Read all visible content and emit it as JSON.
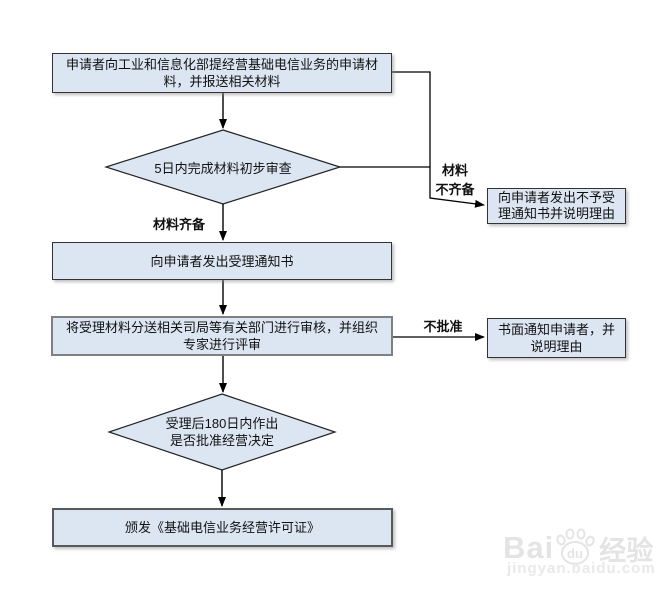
{
  "flowchart": {
    "nodes": {
      "submit": {
        "lines": [
          "申请者向工业和信息化部提经营基础电信业务的申请材",
          "料，并报送相关材料"
        ]
      },
      "initial_review": {
        "lines": [
          "5日内完成材料初步审查"
        ]
      },
      "reject_notice": {
        "lines": [
          "向申请者发出不予受",
          "理通知书并说明理由"
        ]
      },
      "accept_notice": {
        "lines": [
          "向申请者发出受理通知书"
        ]
      },
      "distribute_review": {
        "lines": [
          "将受理材料分送相关司局等有关部门进行审核，并组织",
          "专家进行评审"
        ]
      },
      "written_notice": {
        "lines": [
          "书面通知申请者，并",
          "说明理由"
        ]
      },
      "decision": {
        "lines": [
          "受理后180日内作出",
          "是否批准经营决定"
        ]
      },
      "issue_license": {
        "lines": [
          "颁发《基础电信业务经营许可证》"
        ]
      }
    },
    "edge_labels": {
      "materials_ready": "材料齐备",
      "materials_incomplete": {
        "lines": [
          "材料",
          "不齐备"
        ]
      },
      "not_approved": "不批准"
    },
    "colors": {
      "node_fill": "#dce6f2",
      "node_border": "#333333",
      "highlight_border": "#808080",
      "connector": "#000000"
    }
  },
  "watermark": {
    "brand_prefix": "Bai",
    "brand_paw_text": "du",
    "brand_suffix": "经验",
    "url": "jingyan.baidu.com"
  }
}
